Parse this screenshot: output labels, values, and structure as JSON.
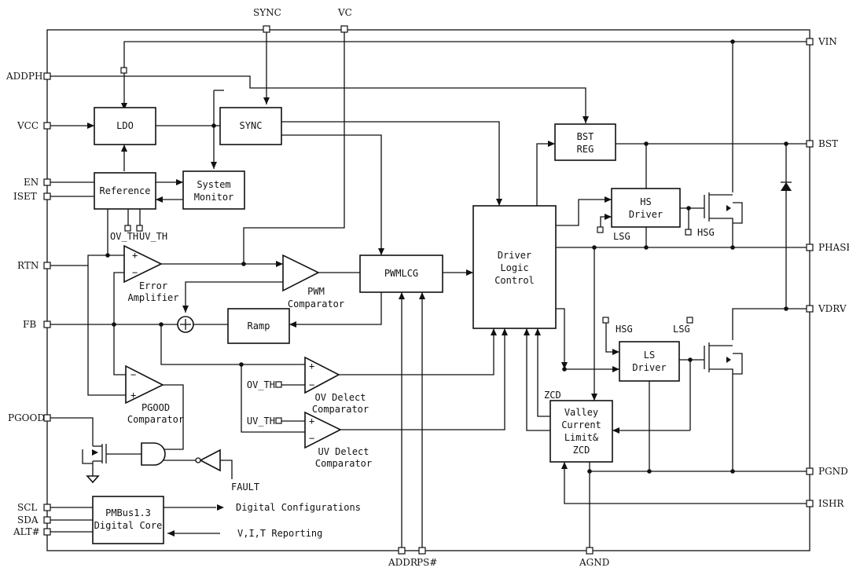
{
  "pins": {
    "sync": "SYNC",
    "vc": "VC",
    "vin": "VIN",
    "addph": "ADDPH",
    "vcc": "VCC",
    "en": "EN",
    "iset": "ISET",
    "rtn": "RTN",
    "fb": "FB",
    "pgood": "PGOOD",
    "scl": "SCL",
    "sda": "SDA",
    "alt": "ALT#",
    "bst": "BST",
    "phase": "PHASE",
    "vdrv": "VDRV",
    "pgnd": "PGND",
    "ishr": "ISHR",
    "addr": "ADDR",
    "ps": "PS#",
    "agnd": "AGND"
  },
  "blocks": {
    "ldo": "LDO",
    "sync_block": "SYNC",
    "reference": "Reference",
    "system_monitor": [
      "System",
      "Monitor"
    ],
    "pwmlcg": "PWMLCG",
    "ramp": "Ramp",
    "driver_logic": [
      "Driver",
      "Logic",
      "Control"
    ],
    "bst_reg": [
      "BST",
      "REG"
    ],
    "hs_driver": [
      "HS",
      "Driver"
    ],
    "ls_driver": [
      "LS",
      "Driver"
    ],
    "valley": [
      "Valley",
      "Current",
      "Limit&",
      "ZCD"
    ],
    "pmbus": [
      "PMBus1.3",
      "Digital Core"
    ]
  },
  "labels": {
    "ov_th_ref": "OV_TH",
    "uv_th_ref": "UV_TH",
    "error_amplifier": [
      "Error",
      "Amplifier"
    ],
    "pwm_comparator": [
      "PWM",
      "Comparator"
    ],
    "ov_detect": [
      "OV Delect",
      "Comparator"
    ],
    "uv_detect": [
      "UV Delect",
      "Comparator"
    ],
    "pgood_comparator": [
      "PGOOD",
      "Comparator"
    ],
    "ov_th_in": "OV_TH",
    "uv_th_in": "UV_TH",
    "fault": "FAULT",
    "digital_config": "Digital Configurations",
    "vit_reporting": "V,I,T Reporting",
    "lsg_hs": "LSG",
    "hsg_hs": "HSG",
    "hsg_ls": "HSG",
    "lsg_ls": "LSG",
    "zcd": "ZCD",
    "plus": "+",
    "minus": "−"
  }
}
